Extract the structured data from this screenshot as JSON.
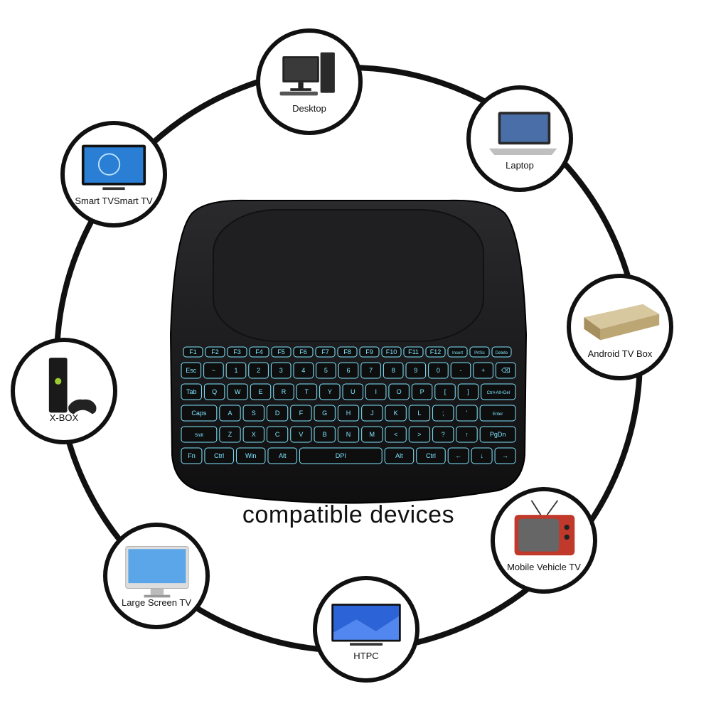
{
  "headline": "compatible devices",
  "devices": [
    {
      "id": "desktop",
      "label": "Desktop",
      "icon": "desktop-computer-icon"
    },
    {
      "id": "laptop",
      "label": "Laptop",
      "icon": "laptop-icon"
    },
    {
      "id": "android-tv-box",
      "label": "Android TV Box",
      "icon": "tv-box-icon"
    },
    {
      "id": "mobile-vehicle-tv",
      "label": "Mobile Vehicle TV",
      "icon": "retro-tv-icon"
    },
    {
      "id": "htpc",
      "label": "HTPC",
      "icon": "monitor-icon"
    },
    {
      "id": "large-screen-tv",
      "label": "Large Screen TV",
      "icon": "large-monitor-icon"
    },
    {
      "id": "x-box",
      "label": "X-BOX",
      "icon": "game-console-icon"
    },
    {
      "id": "smart-tv",
      "label": "Smart TVSmart TV",
      "icon": "smart-tv-icon"
    }
  ],
  "keyboard": {
    "rows": [
      [
        "Esc",
        "~",
        "1",
        "2",
        "3",
        "4",
        "5",
        "6",
        "7",
        "8",
        "9",
        "0",
        "-",
        "+",
        "⌫"
      ],
      [
        "Tab",
        "Q",
        "W",
        "E",
        "R",
        "T",
        "Y",
        "U",
        "I",
        "O",
        "P",
        "[",
        "]",
        "Ctrl+Alt+Del"
      ],
      [
        "Caps",
        "A",
        "S",
        "D",
        "F",
        "G",
        "H",
        "J",
        "K",
        "L",
        ";",
        "'",
        "Enter"
      ],
      [
        "Shift",
        "Z",
        "X",
        "C",
        "V",
        "B",
        "N",
        "M",
        "<",
        ">",
        "?",
        "↑",
        "PgDn"
      ],
      [
        "Fn",
        "Ctrl",
        "Win",
        "Alt",
        "DPI",
        "Alt",
        "Ctrl",
        "←",
        "↓",
        "→"
      ]
    ],
    "fkeys": [
      "F1",
      "F2",
      "F3",
      "F4",
      "F5",
      "F6",
      "F7",
      "F8",
      "F9",
      "F10",
      "F11",
      "F12",
      "Insert",
      "PrtSc",
      "Delete"
    ],
    "backlight": "#7fe7ff"
  },
  "colors": {
    "ring": "#111111",
    "keyboard_body": "#1b1b1d",
    "touchpad": "#232325"
  }
}
